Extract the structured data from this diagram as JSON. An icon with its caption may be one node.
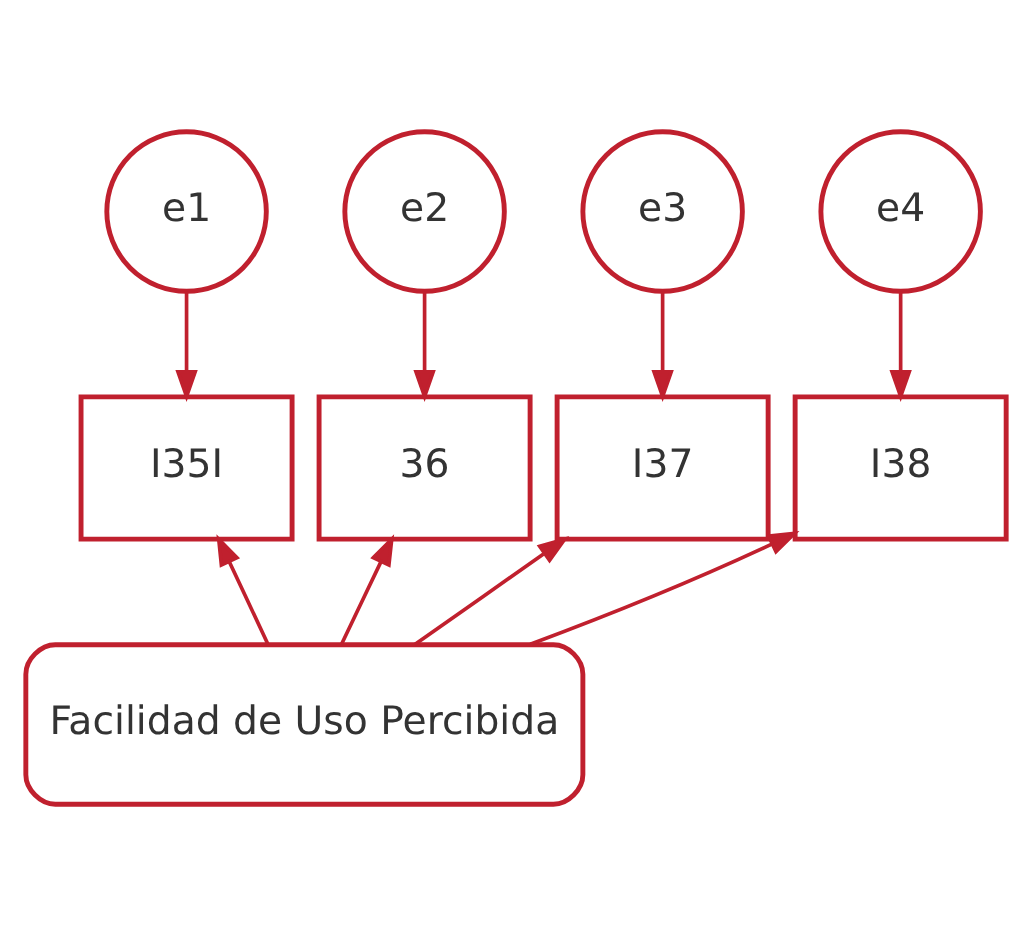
{
  "diagram": {
    "nodes": [
      {
        "text": [
          "e1"
        ]
      },
      {
        "text": [
          "e2"
        ]
      },
      {
        "text": [
          "e3"
        ]
      },
      {
        "text": [
          "e4"
        ]
      },
      {
        "text": [
          "I35I"
        ]
      },
      {
        "text": [
          "36"
        ]
      },
      {
        "text": [
          "I37"
        ]
      },
      {
        "text": [
          "I38"
        ]
      },
      {
        "text": [
          "Facilidad de Uso Percibida"
        ]
      }
    ],
    "edges": [
      {
        "from": 0,
        "to": 4,
        "arrow": "to"
      },
      {
        "from": 1,
        "to": 5,
        "arrow": "to"
      },
      {
        "from": 2,
        "to": 6,
        "arrow": "to"
      },
      {
        "from": 3,
        "to": 7,
        "arrow": "to"
      },
      {
        "from": 8,
        "to": 4,
        "arrow": "to"
      },
      {
        "from": 8,
        "to": 5,
        "arrow": "to"
      },
      {
        "from": 8,
        "to": 6,
        "arrow": "to"
      },
      {
        "from": 8,
        "to": 7,
        "arrow": "to"
      }
    ]
  }
}
